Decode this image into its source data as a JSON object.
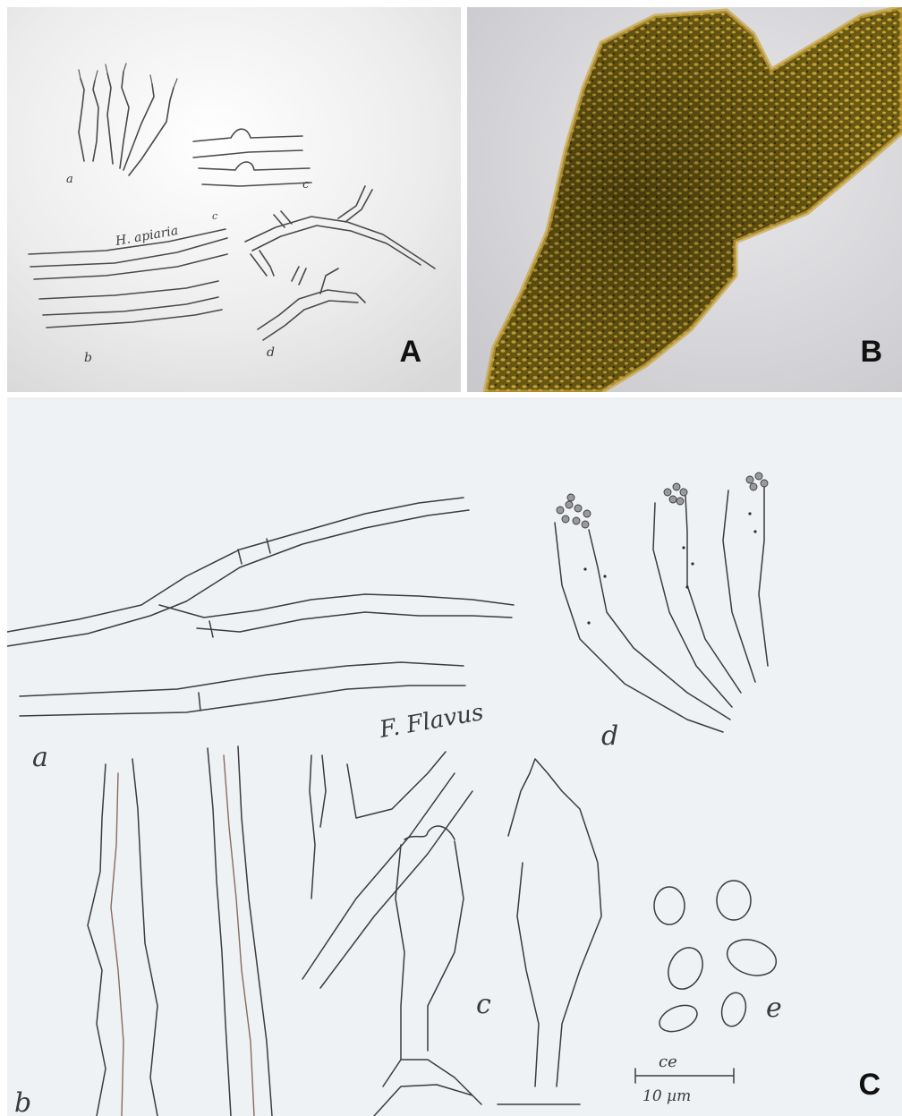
{
  "panels": {
    "a": {
      "letter": "A",
      "species_label": "H. apiaria",
      "part_labels": {
        "a": "a",
        "b": "b",
        "c": "c",
        "c2": "c",
        "d": "d"
      }
    },
    "b": {
      "letter": "B"
    },
    "c": {
      "letter": "C",
      "species_label": "F. Flavus",
      "part_labels": {
        "a": "a",
        "b": "b",
        "c": "c",
        "d": "d",
        "e": "e"
      },
      "scale_bar": {
        "top_label": "ce",
        "bottom_label": "10 µm"
      }
    }
  },
  "colors": {
    "fungus_base": "#6b5a12",
    "fungus_edge": "#c9a63a",
    "fungus_dark": "#2b2408"
  }
}
